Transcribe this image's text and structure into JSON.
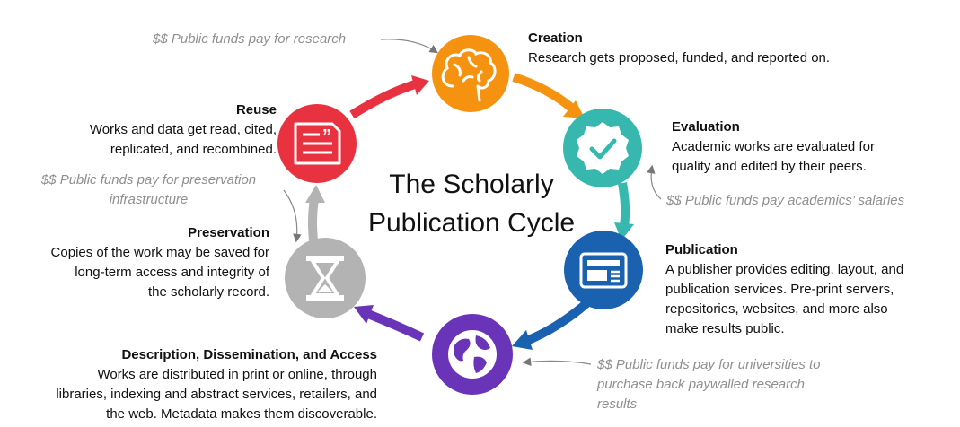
{
  "title_lines": [
    "The Scholarly",
    "Publication Cycle"
  ],
  "stages": {
    "creation": {
      "title": "Creation",
      "desc": "Research gets proposed, funded, and reported on.",
      "color": "#f5920f",
      "icon": "brain-icon"
    },
    "evaluation": {
      "title": "Evaluation",
      "desc_lines": [
        "Academic works are evaluated for",
        "quality and edited by their peers."
      ],
      "color": "#37b8ae",
      "icon": "checkmark-badge-icon"
    },
    "publication": {
      "title": "Publication",
      "desc_lines": [
        "A publisher provides editing, layout, and",
        "publication services. Pre-print servers,",
        "repositories, websites, and more also",
        "make results public."
      ],
      "color": "#1a62b0",
      "icon": "newspaper-icon"
    },
    "description": {
      "title": "Description, Dissemination, and Access",
      "desc_lines": [
        "Works are distributed in print or online, through",
        "libraries, indexing and abstract services, retailers, and",
        "the web. Metadata makes them discoverable."
      ],
      "color": "#6a34b8",
      "icon": "globe-icon"
    },
    "preservation": {
      "title": "Preservation",
      "desc_lines": [
        "Copies of the work may be saved for",
        "long-term access and integrity of",
        "the scholarly record."
      ],
      "color": "#b3b3b3",
      "icon": "hourglass-icon"
    },
    "reuse": {
      "title": "Reuse",
      "desc_lines": [
        "Works and data get read, cited,",
        "replicated, and recombined."
      ],
      "color": "#e83240",
      "icon": "quote-document-icon"
    }
  },
  "notes": {
    "research": "$$ Public funds pay for research",
    "preservation_lines": [
      "$$ Public funds pay for preservation",
      "infrastructure"
    ],
    "salaries": "$$ Public funds pay academics’ salaries",
    "universities_lines": [
      "$$ Public funds pay for universities to",
      "purchase back paywalled research",
      "results"
    ]
  }
}
